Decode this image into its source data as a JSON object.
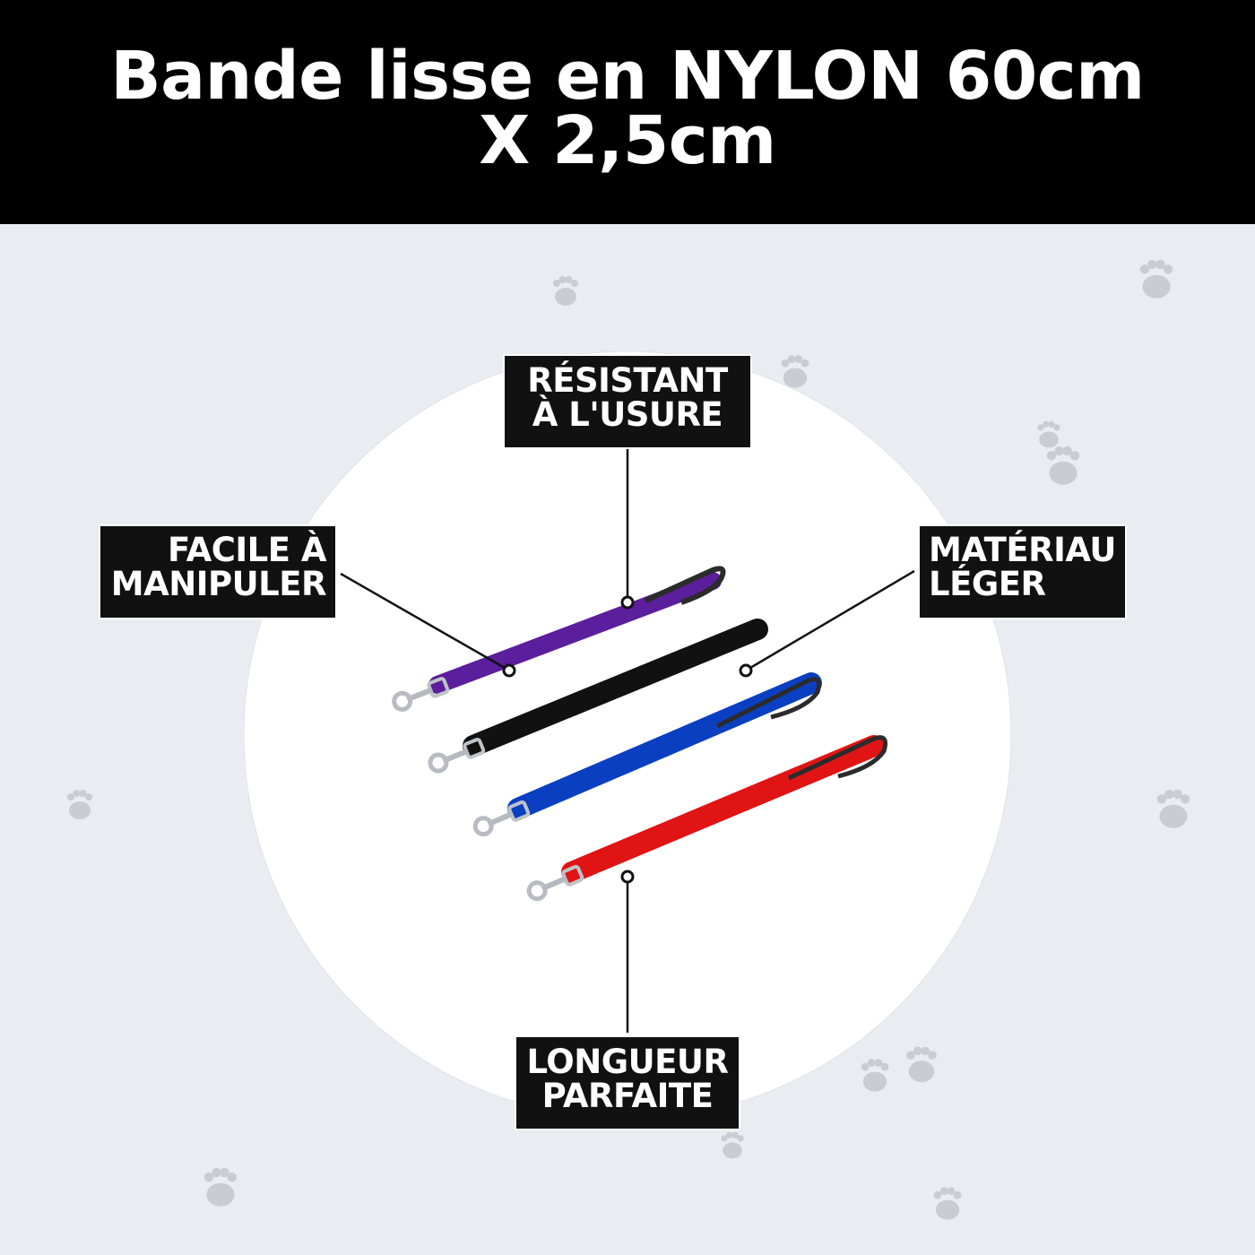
{
  "header": {
    "title": "Bande lisse en NYLON 60cm X 2,5cm"
  },
  "callouts": {
    "top": "RÉSISTANT À L'USURE",
    "left": "FACILE À MANIPULER",
    "right": "MATÉRIAU LÉGER",
    "bottom": "LONGUEUR PARFAITE"
  },
  "product": {
    "leash_colors": [
      "#5b1e9c",
      "#111111",
      "#0a3fc2",
      "#e01414"
    ]
  },
  "colors": {
    "background": "#e9ecf1",
    "paw": "#c9cdd3",
    "header": "#000000"
  }
}
